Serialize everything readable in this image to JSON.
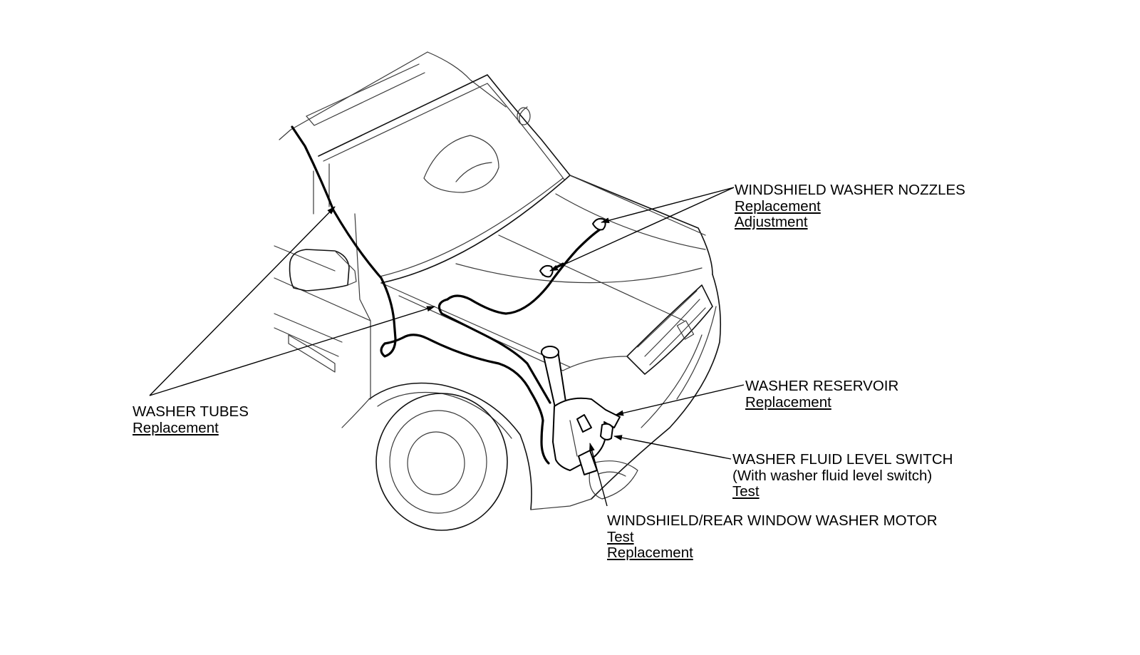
{
  "callouts": {
    "nozzles": {
      "title": "WINDSHIELD WASHER NOZZLES",
      "links": [
        "Replacement",
        "Adjustment"
      ]
    },
    "tubes": {
      "title": "WASHER TUBES",
      "links": [
        "Replacement"
      ]
    },
    "reservoir": {
      "title": "WASHER RESERVOIR",
      "links": [
        "Replacement"
      ]
    },
    "switch": {
      "title": "WASHER FLUID LEVEL SWITCH",
      "subtitle": "(With washer fluid level switch)",
      "links": [
        "Test"
      ]
    },
    "motor": {
      "title": "WINDSHIELD/REAR WINDOW WASHER MOTOR",
      "links": [
        "Test",
        "Replacement"
      ]
    }
  },
  "colors": {
    "line": "#000000",
    "background": "#ffffff"
  }
}
